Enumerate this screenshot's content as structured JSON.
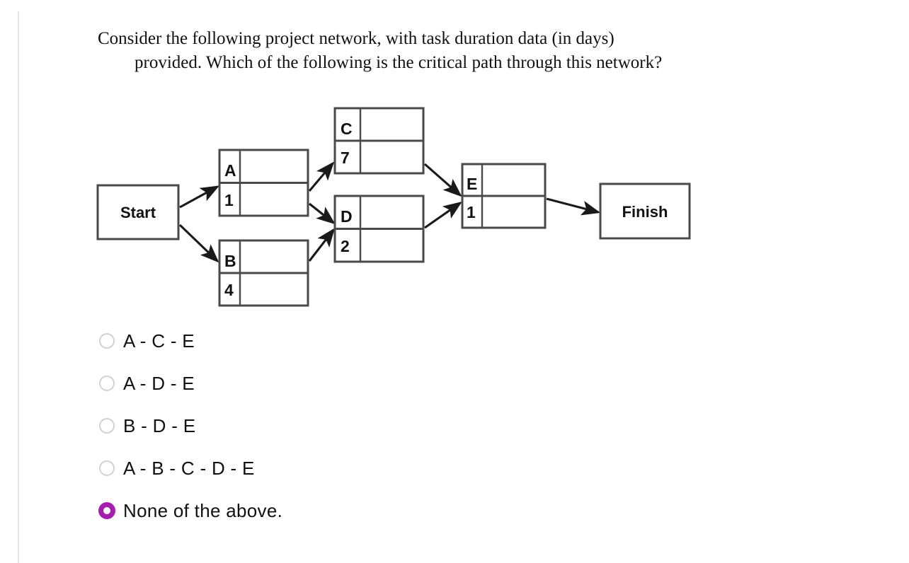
{
  "question": {
    "line1": "Consider the following project network, with task duration data (in days)",
    "rest": "provided.  Which of the following is the critical path through this network?",
    "full_text": "Consider the following project network, with task duration data (in days) provided.  Which of the following is the critical path through this network?"
  },
  "diagram": {
    "type": "project-network-activity-on-node",
    "start_label": "Start",
    "finish_label": "Finish",
    "nodes": [
      {
        "id": "A",
        "label": "A",
        "duration": "1"
      },
      {
        "id": "B",
        "label": "B",
        "duration": "4"
      },
      {
        "id": "C",
        "label": "C",
        "duration": "7"
      },
      {
        "id": "D",
        "label": "D",
        "duration": "2"
      },
      {
        "id": "E",
        "label": "E",
        "duration": "1"
      }
    ],
    "edges": [
      {
        "from": "Start",
        "to": "A"
      },
      {
        "from": "Start",
        "to": "B"
      },
      {
        "from": "A",
        "to": "C"
      },
      {
        "from": "A",
        "to": "D"
      },
      {
        "from": "B",
        "to": "D"
      },
      {
        "from": "C",
        "to": "E"
      },
      {
        "from": "D",
        "to": "E"
      },
      {
        "from": "E",
        "to": "Finish"
      }
    ],
    "colors": {
      "box_border": "#4a4a4a",
      "arrow": "#1a1a1a",
      "box_fill": "#ffffff"
    }
  },
  "options": [
    {
      "id": "opt-a-c-e",
      "label": "A - C - E",
      "selected": false
    },
    {
      "id": "opt-a-d-e",
      "label": "A - D - E",
      "selected": false
    },
    {
      "id": "opt-b-d-e",
      "label": "B - D - E",
      "selected": false
    },
    {
      "id": "opt-a-b-c-d-e",
      "label": "A - B - C - D - E",
      "selected": false
    },
    {
      "id": "opt-none",
      "label": "None of the above.",
      "selected": true
    }
  ],
  "colors": {
    "selected_radio": "#a51ead",
    "unselected_radio": "#d2d2d2",
    "left_rule": "#e3e3e3",
    "text": "#111111",
    "background": "#ffffff"
  }
}
